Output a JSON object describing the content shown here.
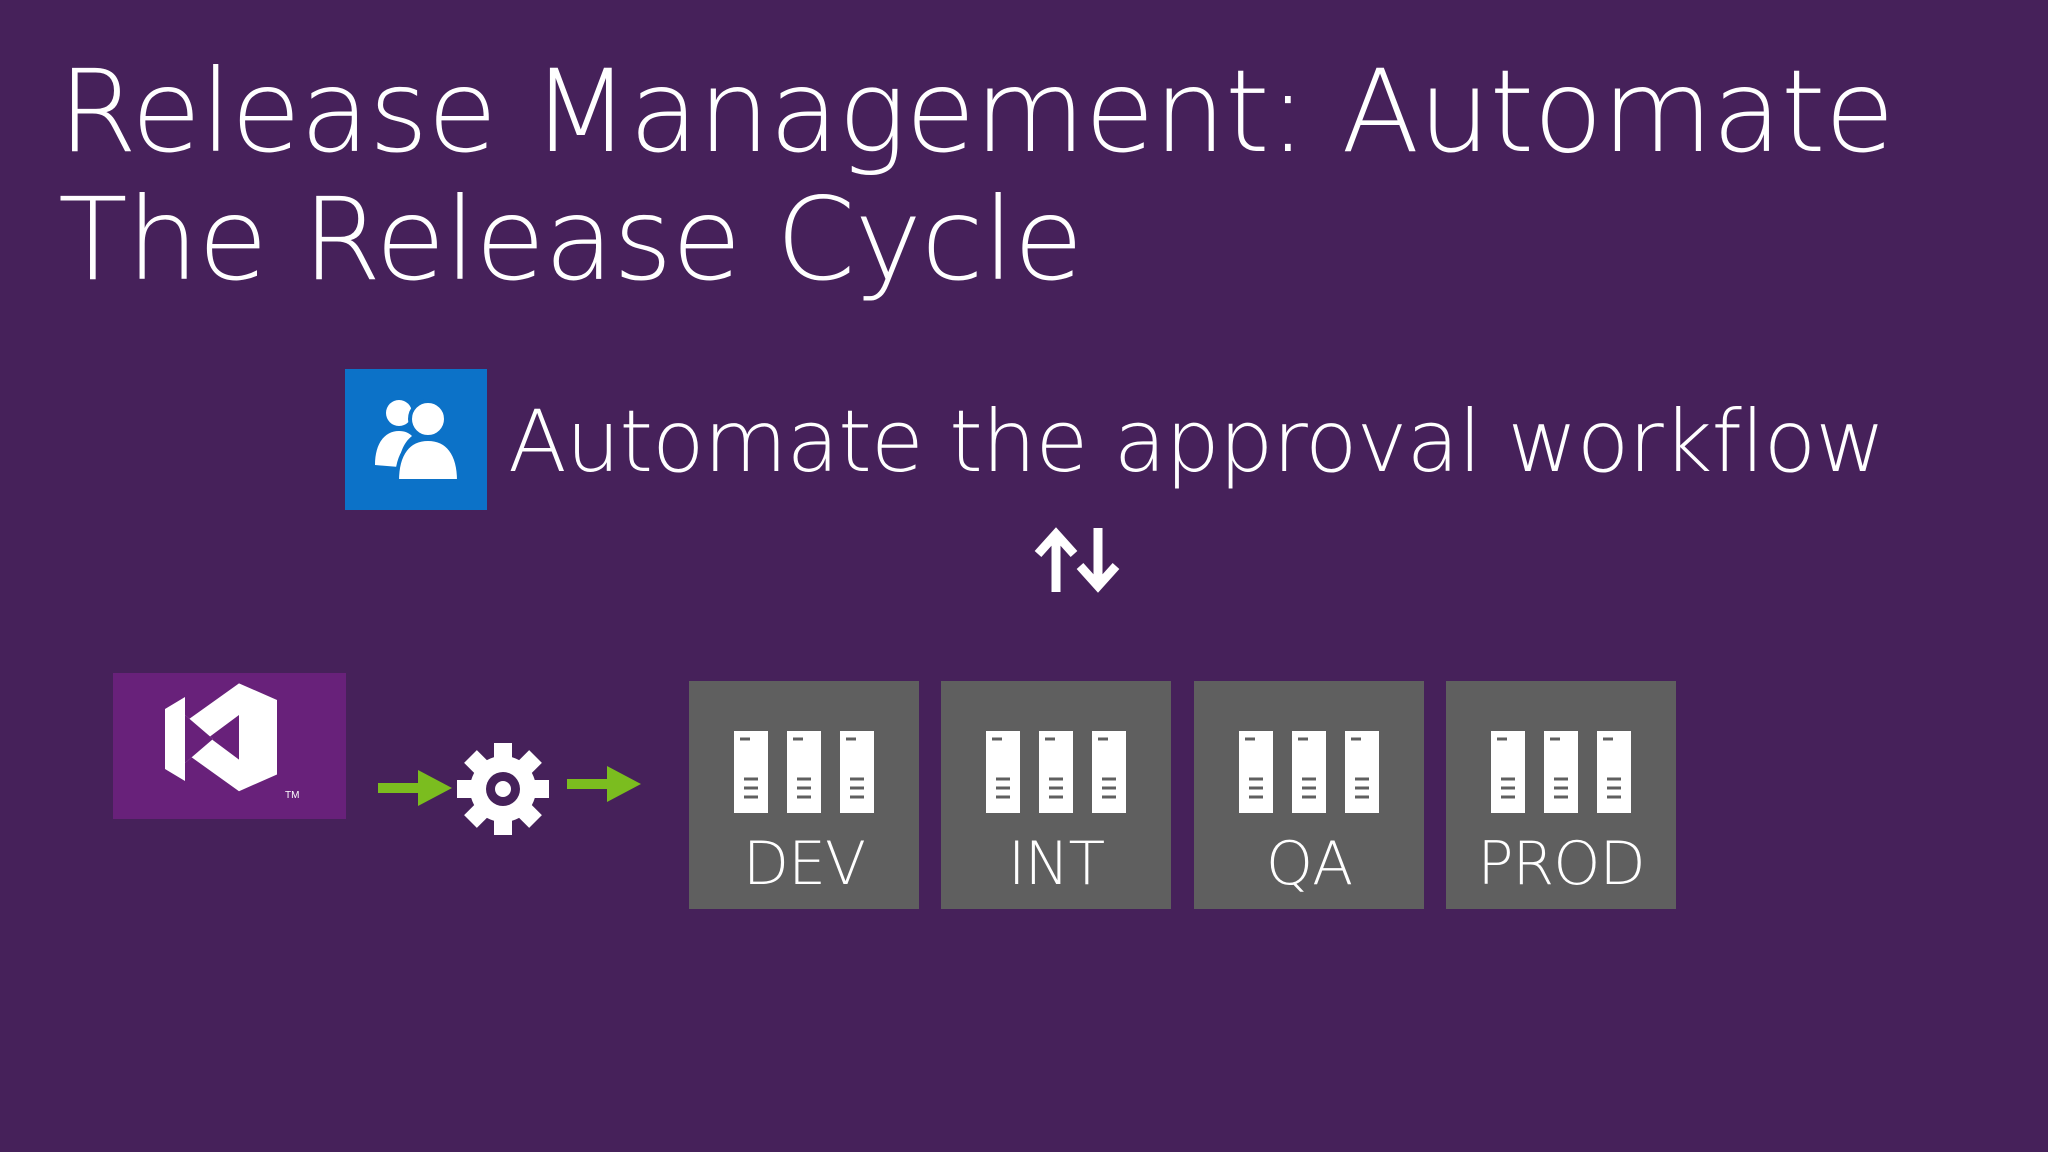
{
  "slide": {
    "title_line1": "Release Management: Automate",
    "title_line2": "The Release Cycle"
  },
  "approval": {
    "text": "Automate the approval workflow",
    "icon": "users-icon",
    "icon_color": "#0c72c8"
  },
  "pipeline": {
    "source_icon": "visual-studio-logo-icon",
    "source_trademark": "TM",
    "build_icon": "gear-icon",
    "arrow_color": "#7bbd1f",
    "environments": [
      {
        "label": "DEV"
      },
      {
        "label": "INT"
      },
      {
        "label": "QA"
      },
      {
        "label": "PROD"
      }
    ]
  },
  "colors": {
    "background": "#46215a",
    "environment_tile": "#5f5f5f",
    "vs_tile": "#68217a"
  }
}
